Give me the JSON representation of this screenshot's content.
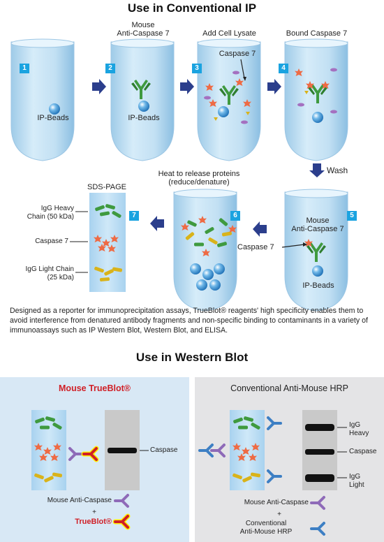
{
  "sections": {
    "ip_title": "Use in Conventional IP",
    "wb_title": "Use in Western Blot"
  },
  "steps": [
    {
      "num": "1",
      "label": ""
    },
    {
      "num": "2",
      "label": "Mouse\nAnti-Caspase 7"
    },
    {
      "num": "3",
      "label": "Add Cell Lysate"
    },
    {
      "num": "4",
      "label": "Bound Caspase 7"
    },
    {
      "num": "5",
      "label": ""
    },
    {
      "num": "6",
      "label": "Heat to release proteins\n(reduce/denature)"
    },
    {
      "num": "7",
      "label": "SDS-PAGE"
    }
  ],
  "tube_labels": {
    "t1_beads": "IP-Beads",
    "t2_beads": "IP-Beads",
    "t3_caspase": "Caspase 7",
    "t5_antibody": "Mouse\nAnti-Caspase 7",
    "t5_caspase": "Caspase 7",
    "t5_beads": "IP-Beads"
  },
  "wash_label": "Wash",
  "gel7_labels": {
    "heavy": "IgG Heavy\nChain (50 kDa)",
    "caspase": "Caspase 7",
    "light": "IgG Light Chain\n(25 kDa)"
  },
  "description": "Designed as a reporter for immunoprecipitation assays, TrueBlot® reagents' high specificity enables them to avoid interference from denatured antibody fragments and non-specific binding to contaminants in a variety of immunoassays such as IP Western Blot, Western Blot, and ELISA.",
  "panels": {
    "left": {
      "title": "Mouse TrueBlot®",
      "band_label": "Caspase",
      "legend_antibody": "Mouse Anti-Caspase",
      "legend_plus": "+",
      "legend_reagent": "TrueBlot®"
    },
    "right": {
      "title": "Conventional Anti-Mouse HRP",
      "band_heavy": "IgG\nHeavy",
      "band_caspase": "Caspase",
      "band_light": "IgG\nLight",
      "legend_antibody": "Mouse Anti-Caspase",
      "legend_plus": "+",
      "legend_reagent": "Conventional\nAnti-Mouse HRP"
    }
  },
  "colors": {
    "accent_blue": "#1aa3e0",
    "arrow_navy": "#2b3e8c",
    "tube_liquid": "#bcdff3",
    "left_panel_bg": "#d8e8f5",
    "right_panel_bg": "#e4e4e6",
    "trueblot_red": "#d01f26",
    "igg_green": "#3f9a3f",
    "caspase_orange": "#ee6b45",
    "light_chain_yellow": "#d9b31a",
    "antibody_purple": "#8e6ab8",
    "hrp_blue": "#3d7fc4"
  }
}
